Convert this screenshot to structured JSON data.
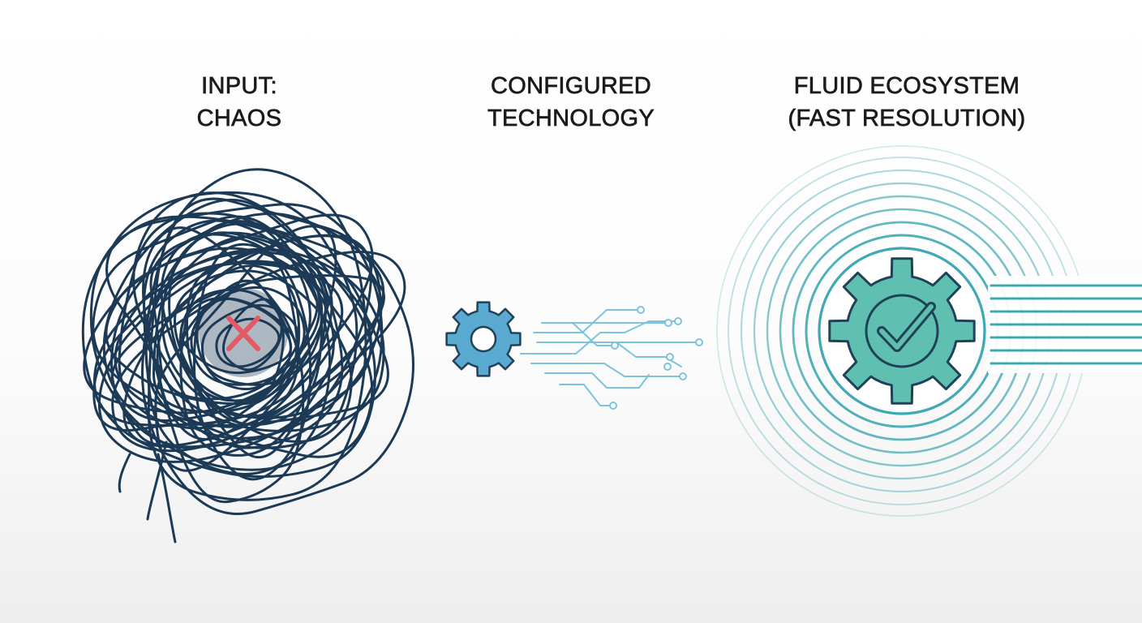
{
  "stages": [
    {
      "id": "input",
      "title_lines": [
        "INPUT:",
        "CHAOS"
      ],
      "icon": "tangle-with-x-icon"
    },
    {
      "id": "technology",
      "title_lines": [
        "CONFIGURED",
        "TECHNOLOGY"
      ],
      "icon": "gear-with-circuit-icon"
    },
    {
      "id": "fluid",
      "title_lines": [
        "FLUID ECOSYSTEM",
        "(FAST RESOLUTION)"
      ],
      "icon": "gear-check-icon"
    }
  ],
  "colors": {
    "tangle": "#1c3a56",
    "error_x": "#e15a64",
    "gear_blue": "#5aa9d0",
    "circuit": "#7cc4dc",
    "gear_teal": "#5fbfb1",
    "ring_teal": "#3fa8b2",
    "outline_dark": "#1f4258"
  }
}
